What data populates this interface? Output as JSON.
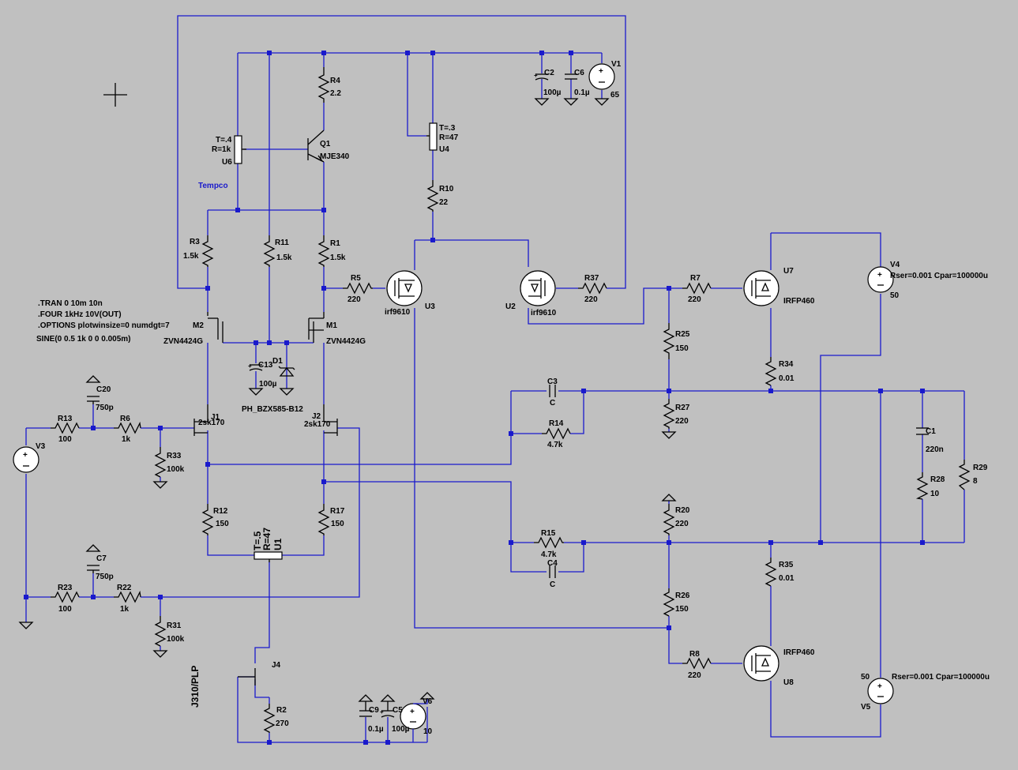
{
  "directives": [
    ".TRAN 0 10m 10n",
    ".FOUR 1kHz 10V(OUT)",
    ".OPTIONS plotwinsize=0 numdgt=7",
    "SINE(0 0.5 1k 0 0 0.005m)"
  ],
  "tempco_label": "Tempco",
  "components": {
    "R4": {
      "name": "R4",
      "value": "2.2"
    },
    "Q1": {
      "name": "Q1",
      "model": "MJE340"
    },
    "U6": {
      "name": "U6",
      "t": "T=.4",
      "r": "R=1k"
    },
    "U4": {
      "name": "U4",
      "t": "T=.3",
      "r": "R=47"
    },
    "R10": {
      "name": "R10",
      "value": "22"
    },
    "C2": {
      "name": "C2",
      "value": "100µ"
    },
    "C6": {
      "name": "C6",
      "value": "0.1µ"
    },
    "V1": {
      "name": "V1",
      "value": "65"
    },
    "R3": {
      "name": "R3",
      "value": "1.5k"
    },
    "R11": {
      "name": "R11",
      "value": "1.5k"
    },
    "R1": {
      "name": "R1",
      "value": "1.5k"
    },
    "R5": {
      "name": "R5",
      "value": "220"
    },
    "U3": {
      "name": "U3",
      "model": "irf9610"
    },
    "U2": {
      "name": "U2",
      "model": "irf9610"
    },
    "R37": {
      "name": "R37",
      "value": "220"
    },
    "R7": {
      "name": "R7",
      "value": "220"
    },
    "U7": {
      "name": "U7",
      "model": "IRFP460"
    },
    "V4": {
      "name": "V4",
      "value": "50",
      "params": "Rser=0.001 Cpar=100000u"
    },
    "M2": {
      "name": "M2",
      "model": "ZVN4424G"
    },
    "M1": {
      "name": "M1",
      "model": "ZVN4424G"
    },
    "C13": {
      "name": "C13",
      "value": "100µ"
    },
    "D1": {
      "name": "D1",
      "model": "PH_BZX585-B12"
    },
    "R25": {
      "name": "R25",
      "value": "150"
    },
    "R34": {
      "name": "R34",
      "value": "0.01"
    },
    "C3": {
      "name": "C3",
      "value": "C"
    },
    "R14": {
      "name": "R14",
      "value": "4.7k"
    },
    "R27": {
      "name": "R27",
      "value": "220"
    },
    "C20": {
      "name": "C20",
      "value": "750p"
    },
    "R13": {
      "name": "R13",
      "value": "100"
    },
    "R6": {
      "name": "R6",
      "value": "1k"
    },
    "J1": {
      "name": "J1",
      "model": "2sk170"
    },
    "J2": {
      "name": "J2",
      "model": "2sk170"
    },
    "V3": {
      "name": "V3"
    },
    "R33": {
      "name": "R33",
      "value": "100k"
    },
    "C1": {
      "name": "C1",
      "value": "220n"
    },
    "R28": {
      "name": "R28",
      "value": "10"
    },
    "R29": {
      "name": "R29",
      "value": "8"
    },
    "R12": {
      "name": "R12",
      "value": "150"
    },
    "R17": {
      "name": "R17",
      "value": "150"
    },
    "U1": {
      "name": "U1",
      "t": "T=.5",
      "r": "R=47"
    },
    "R20": {
      "name": "R20",
      "value": "220"
    },
    "R15": {
      "name": "R15",
      "value": "4.7k"
    },
    "C4": {
      "name": "C4",
      "value": "C"
    },
    "R35": {
      "name": "R35",
      "value": "0.01"
    },
    "C7": {
      "name": "C7",
      "value": "750p"
    },
    "R23": {
      "name": "R23",
      "value": "100"
    },
    "R22": {
      "name": "R22",
      "value": "1k"
    },
    "R31": {
      "name": "R31",
      "value": "100k"
    },
    "R26": {
      "name": "R26",
      "value": "150"
    },
    "R8": {
      "name": "R8",
      "value": "220"
    },
    "U8": {
      "name": "U8",
      "model": "IRFP460"
    },
    "V5": {
      "name": "V5",
      "value": "50",
      "params": "Rser=0.001 Cpar=100000u"
    },
    "J4": {
      "name": "J4",
      "model": "J310/PLP"
    },
    "R2": {
      "name": "R2",
      "value": "270"
    },
    "C9": {
      "name": "C9",
      "value": "0.1µ"
    },
    "C5": {
      "name": "C5",
      "value": "100µ"
    },
    "V6": {
      "name": "V6",
      "value": "10"
    }
  }
}
